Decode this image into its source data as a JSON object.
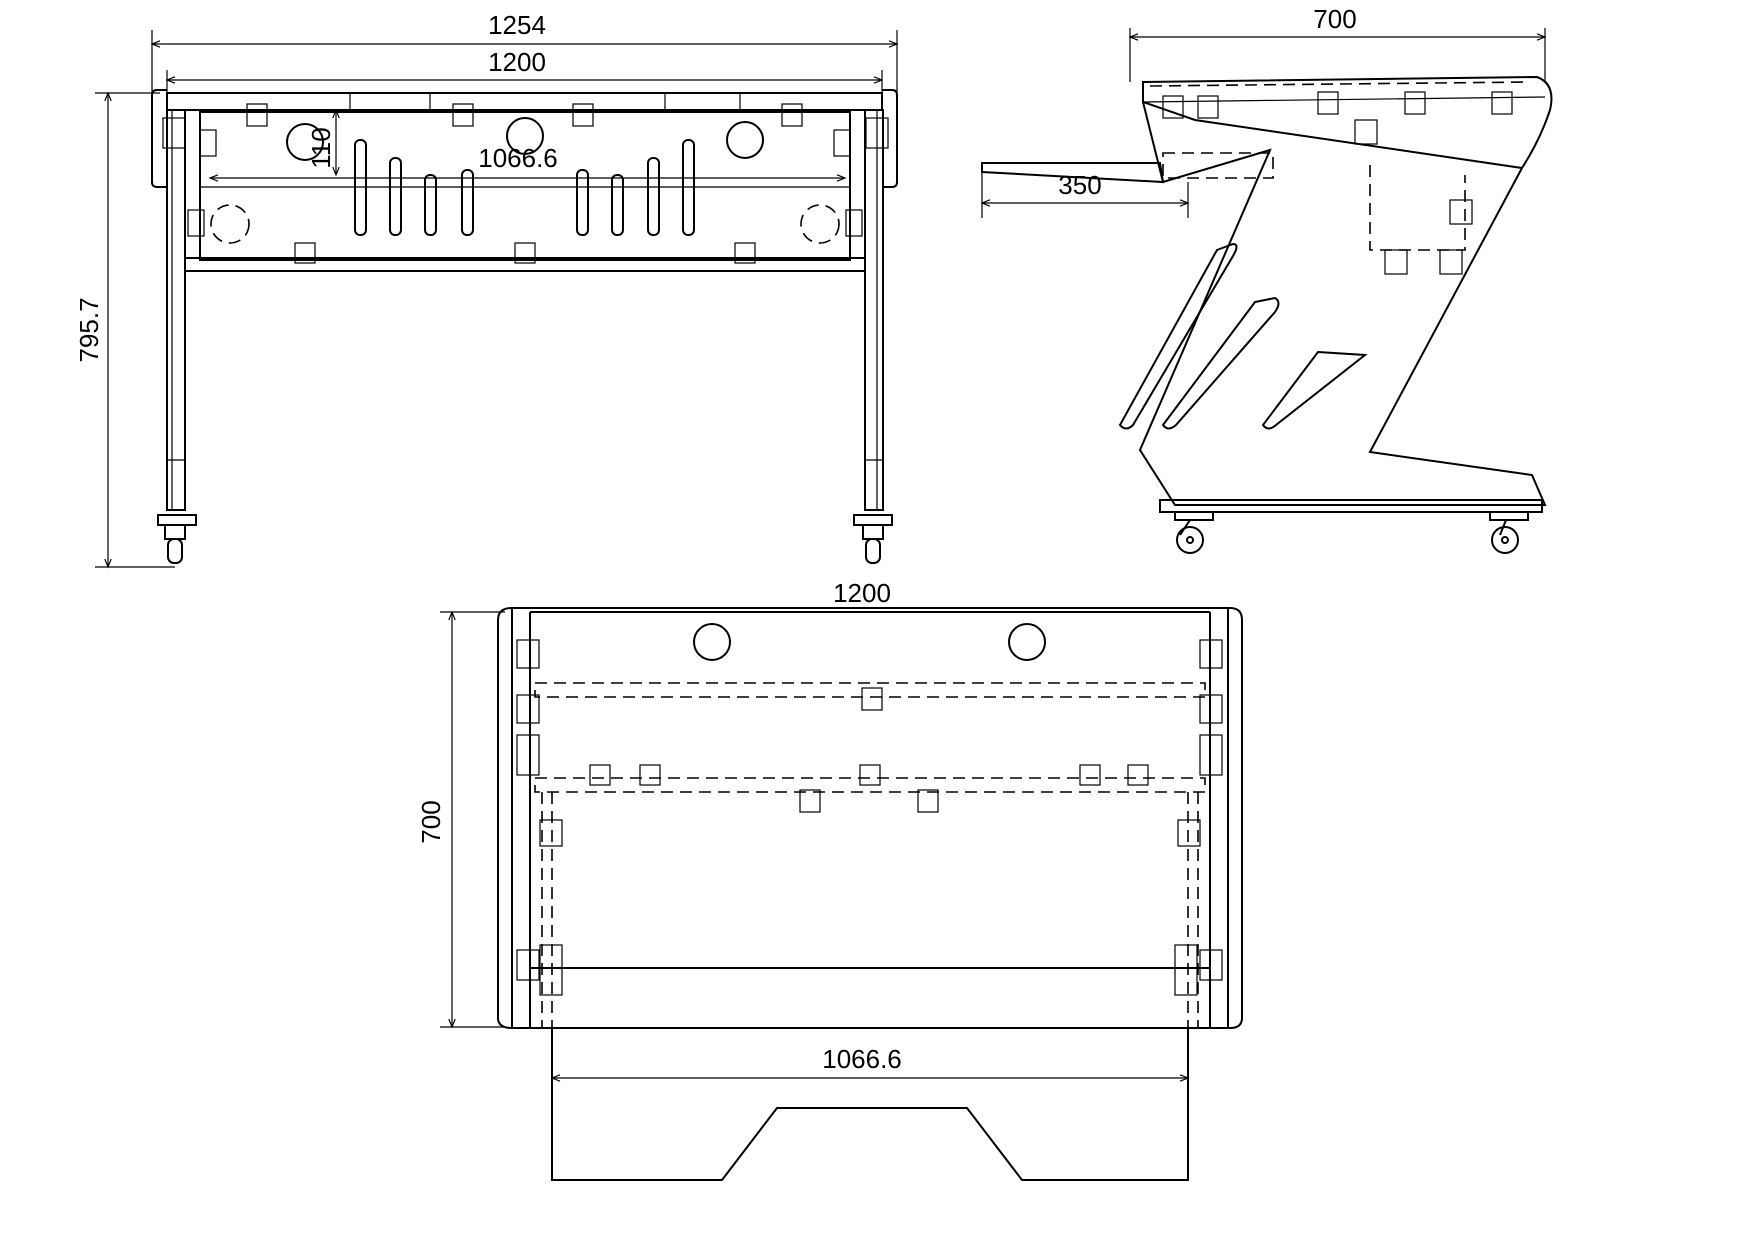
{
  "views": {
    "front": {
      "dim_overall_width": "1254",
      "dim_top_width": "1200",
      "dim_inner_width": "1066.6",
      "dim_panel_height": "110",
      "dim_height": "795.7"
    },
    "side": {
      "dim_depth": "700",
      "dim_tray": "350"
    },
    "top": {
      "dim_width": "1200",
      "dim_depth": "700",
      "dim_inner_width": "1066.6"
    }
  }
}
